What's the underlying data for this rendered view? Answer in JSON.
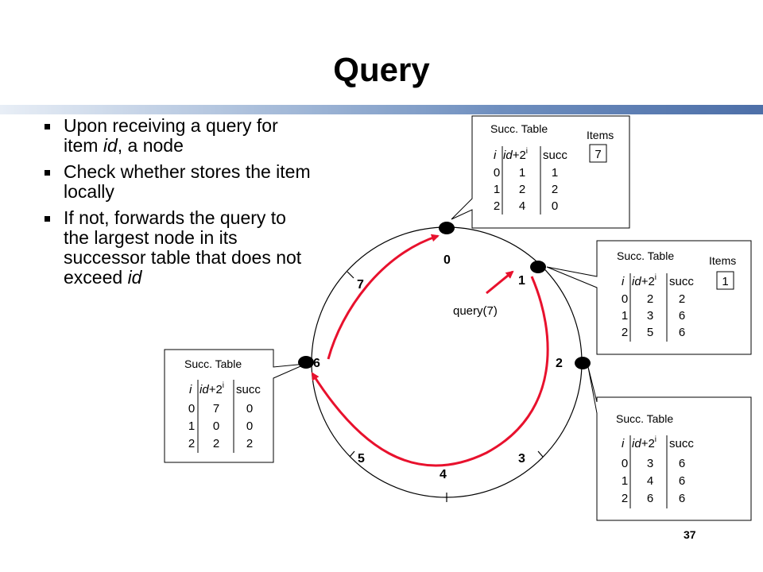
{
  "slide": {
    "title": "Query",
    "bullets": [
      {
        "before": "Upon receiving a query for item ",
        "em": "id",
        "after": ", a node"
      },
      {
        "before": "Check whether stores the item locally",
        "em": "",
        "after": ""
      },
      {
        "before": "If not, forwards the query to the largest node in its successor table that does not exceed ",
        "em": "id",
        "after": ""
      }
    ],
    "page_number": "37"
  },
  "ring": {
    "positions": [
      "0",
      "1",
      "2",
      "3",
      "4",
      "5",
      "6",
      "7"
    ],
    "query_label": "query(7)"
  },
  "tables": {
    "node0": {
      "title": "Succ. Table",
      "headers": {
        "i": "i",
        "id": "id",
        "plus2": "+2",
        "sup": "i",
        "succ": "succ"
      },
      "rows": [
        [
          "0",
          "1",
          "1"
        ],
        [
          "1",
          "2",
          "2"
        ],
        [
          "2",
          "4",
          "0"
        ]
      ],
      "items_label": "Items",
      "items_value": "7"
    },
    "node1": {
      "title": "Succ. Table",
      "headers": {
        "i": "i",
        "id": "id",
        "plus2": "+2",
        "sup": "i",
        "succ": "succ"
      },
      "rows": [
        [
          "0",
          "2",
          "2"
        ],
        [
          "1",
          "3",
          "6"
        ],
        [
          "2",
          "5",
          "6"
        ]
      ],
      "items_label": "Items",
      "items_value": "1"
    },
    "node2": {
      "title": "Succ. Table",
      "headers": {
        "i": "i",
        "id": "id",
        "plus2": "+2",
        "sup": "i",
        "succ": "succ"
      },
      "rows": [
        [
          "0",
          "3",
          "6"
        ],
        [
          "1",
          "4",
          "6"
        ],
        [
          "2",
          "6",
          "6"
        ]
      ]
    },
    "node6": {
      "title": "Succ. Table",
      "headers": {
        "i": "i",
        "id": "id",
        "plus2": "+2",
        "sup": "i",
        "succ": "succ"
      },
      "rows": [
        [
          "0",
          "7",
          "0"
        ],
        [
          "1",
          "0",
          "0"
        ],
        [
          "2",
          "2",
          "2"
        ]
      ]
    }
  },
  "colors": {
    "arrow": "#e8112d",
    "node": "#000000"
  }
}
